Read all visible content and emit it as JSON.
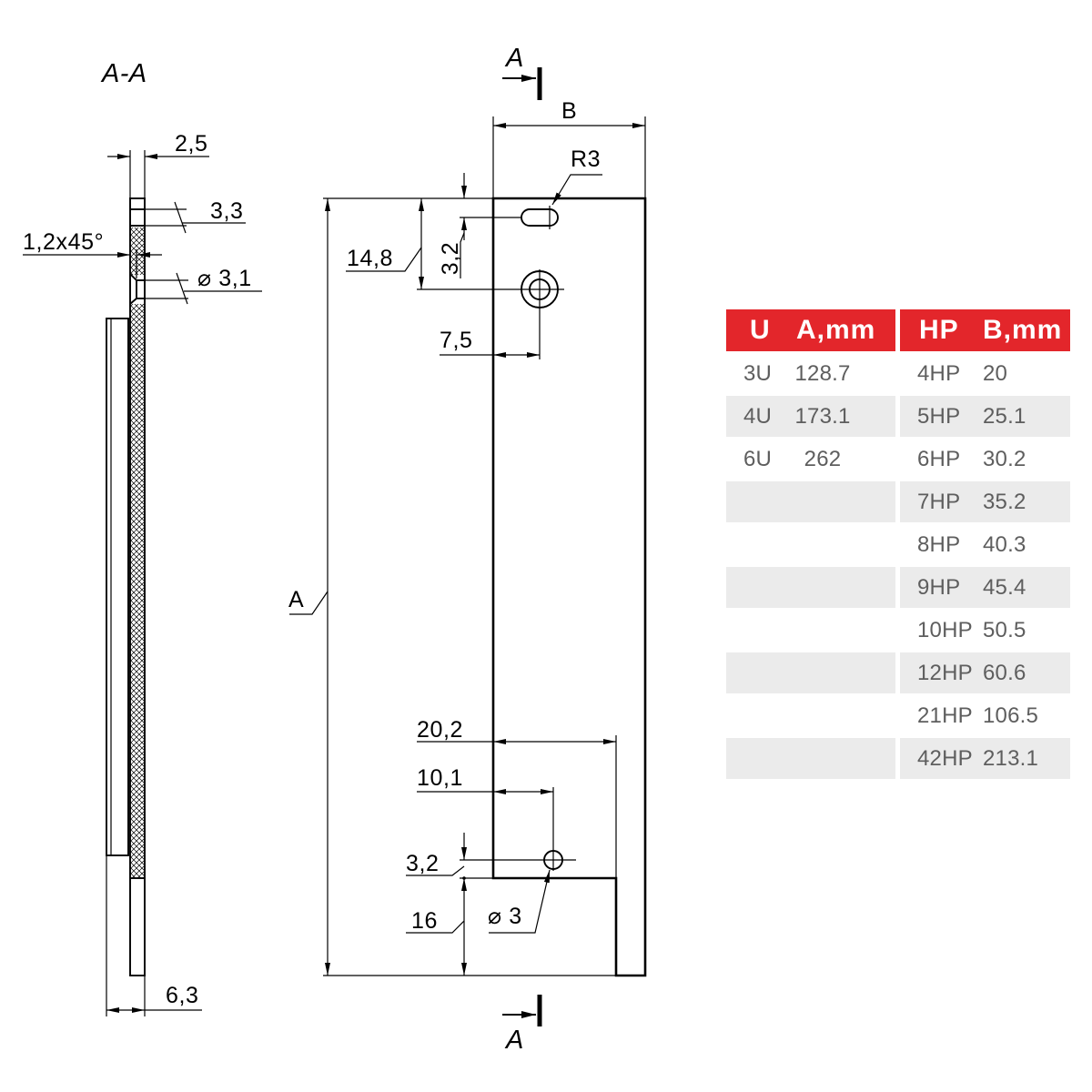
{
  "colors": {
    "line": "#000000",
    "table_header_bg": "#e3262b",
    "table_header_text": "#ffffff",
    "table_alt_row_bg": "#ebebeb",
    "table_text": "#5e5e5e"
  },
  "section_view": {
    "title": "A-A",
    "dims": {
      "thickness": "2,5",
      "slot": "3,3",
      "chamfer": "1,2x45°",
      "hole": "⌀ 3,1",
      "total_width": "6,3"
    }
  },
  "front_view": {
    "section_marker_top": "A",
    "section_marker_bottom": "A",
    "dims": {
      "width": "B",
      "radius": "R3",
      "hole_y": "14,8",
      "slot_y": "3,2",
      "hole_x": "7,5",
      "height": "A",
      "notch_width": "20,2",
      "bottom_hole_x": "10,1",
      "bottom_hole_y": "3,2",
      "notch_height": "16",
      "bottom_hole_dia": "⌀ 3"
    }
  },
  "table": {
    "headers": {
      "u": "U",
      "a": "A,mm",
      "hp": "HP",
      "b": "B,mm"
    },
    "rows": [
      {
        "u": "3U",
        "a": "128.7",
        "hp": "4HP",
        "b": "20"
      },
      {
        "u": "4U",
        "a": "173.1",
        "hp": "5HP",
        "b": "25.1"
      },
      {
        "u": "6U",
        "a": "262",
        "hp": "6HP",
        "b": "30.2"
      },
      {
        "hp": "7HP",
        "b": "35.2"
      },
      {
        "hp": "8HP",
        "b": "40.3"
      },
      {
        "hp": "9HP",
        "b": "45.4"
      },
      {
        "hp": "10HP",
        "b": "50.5"
      },
      {
        "hp": "12HP",
        "b": "60.6"
      },
      {
        "hp": "21HP",
        "b": "106.5"
      },
      {
        "hp": "42HP",
        "b": "213.1"
      }
    ]
  }
}
